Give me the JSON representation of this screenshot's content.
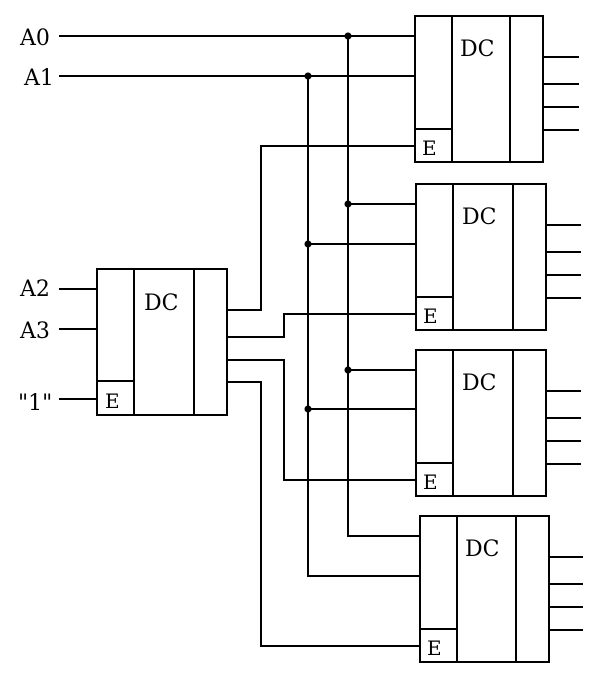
{
  "inputs": {
    "a0": "A0",
    "a1": "A1",
    "a2": "A2",
    "a3": "A3",
    "one": "\"1\""
  },
  "decoder": {
    "title": "DC",
    "enable": "E"
  }
}
